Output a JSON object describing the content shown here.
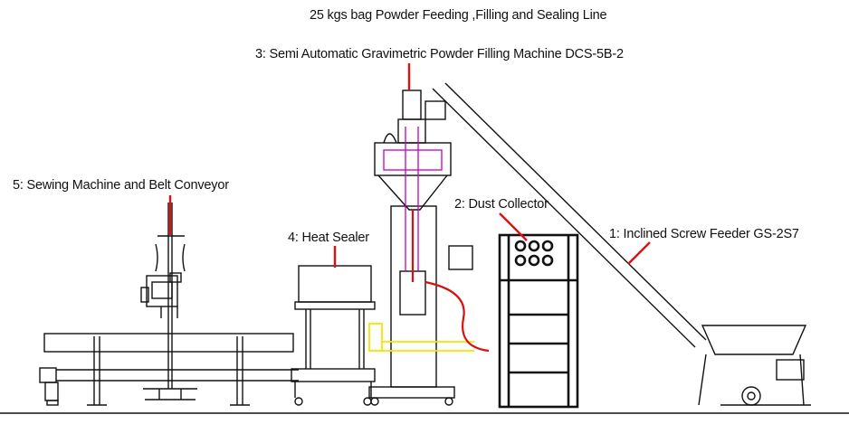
{
  "title": "25 kgs bag  Powder Feeding ,Filling and Sealing Line",
  "labels": {
    "filler": "3: Semi Automatic Gravimetric Powder Filling Machine DCS-5B-2",
    "sewing": "5: Sewing Machine and Belt Conveyor",
    "dust": "2: Dust Collector",
    "screw": "1: Inclined Screw Feeder GS-2S7",
    "sealer": "4: Heat Sealer"
  },
  "colors": {
    "line": "#111111",
    "leader": "#e01010",
    "accent_yellow": "#f2e600",
    "accent_magenta": "#c000c0",
    "pipe": "#d81010"
  }
}
